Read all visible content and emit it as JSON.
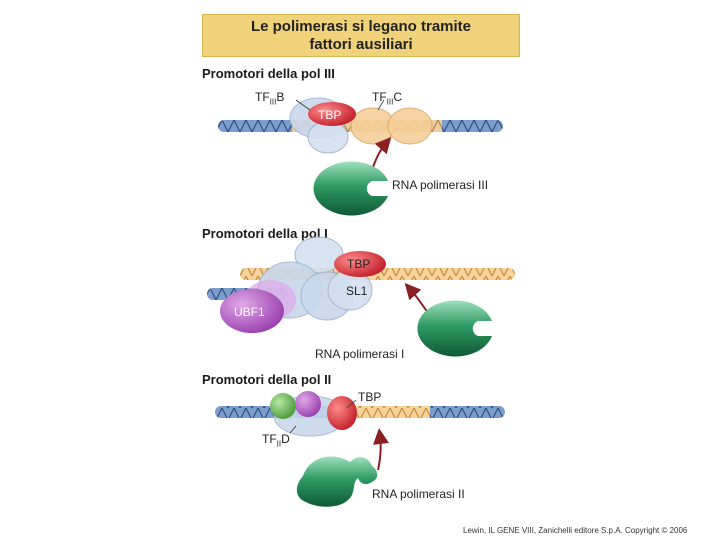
{
  "title": {
    "line1": "Le polimerasi si legano tramite",
    "line2": "fattori ausiliari"
  },
  "sections": {
    "pol3": {
      "heading": "Promotori della pol III",
      "factor_b_main": "TF",
      "factor_b_sub": "III",
      "factor_b_suffix": "B",
      "factor_c_main": "TF",
      "factor_c_sub": "III",
      "factor_c_suffix": "C",
      "tbp": "TBP",
      "polymerase": "RNA polimerasi III"
    },
    "pol1": {
      "heading": "Promotori della pol I",
      "tbp": "TBP",
      "sl1": "SL1",
      "ubf1": "UBF1",
      "polymerase": "RNA polimerasi I"
    },
    "pol2": {
      "heading": "Promotori della pol II",
      "tbp": "TBP",
      "factor_d_main": "TF",
      "factor_d_sub": "II",
      "factor_d_suffix": "D",
      "polymerase": "RNA polimerasi II"
    }
  },
  "credit": "Lewin, IL GENE VIII, Zanichelli editore S.p.A. Copyright © 2006",
  "colors": {
    "title_bg": "#f0d27a",
    "dna_blue": "#6b8fc4",
    "dna_orange": "#f3c98a",
    "tbp_red": "#d9363e",
    "factor_lightblue": "#c9d8ec",
    "ubf1_purple": "#b05cc0",
    "polymerase_green": "#2f9a63",
    "arrow": "#8a1f24"
  }
}
